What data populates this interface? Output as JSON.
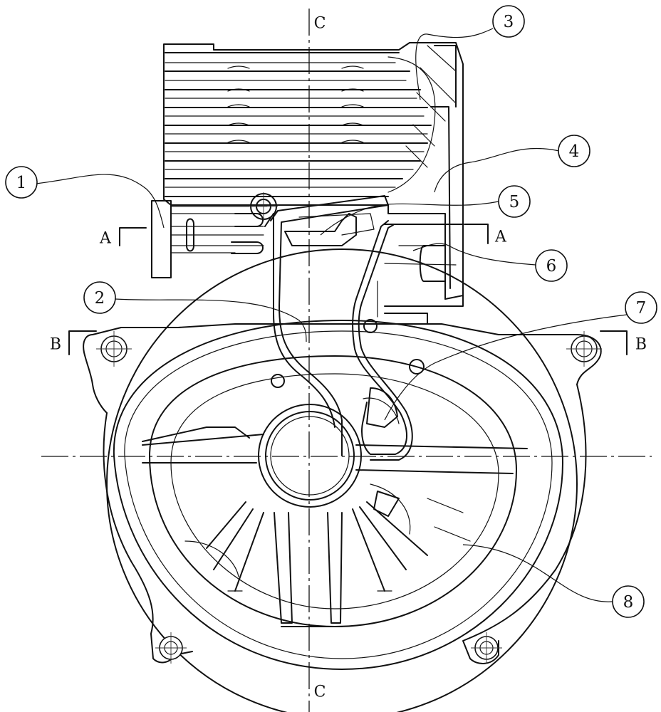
{
  "section_marks": {
    "c_top": "C",
    "c_bottom": "C",
    "a_left": "A",
    "a_right": "A",
    "b_left": "B",
    "b_right": "B"
  },
  "callouts": [
    {
      "id": "1",
      "label": "1"
    },
    {
      "id": "2",
      "label": "2"
    },
    {
      "id": "3",
      "label": "3"
    },
    {
      "id": "4",
      "label": "4"
    },
    {
      "id": "5",
      "label": "5"
    },
    {
      "id": "6",
      "label": "6"
    },
    {
      "id": "7",
      "label": "7"
    },
    {
      "id": "8",
      "label": "8"
    }
  ]
}
